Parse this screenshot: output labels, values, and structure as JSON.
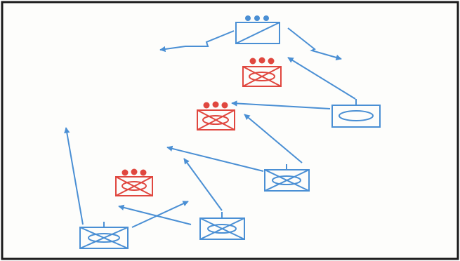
{
  "diagram": {
    "kind": "military-symbology-sketch",
    "colors": {
      "friendly": "#4a8fd4",
      "hostile": "#e0473f",
      "border": "#1a1a1a",
      "background": "#fdfdfb"
    },
    "symbols": [
      {
        "name": "hq-unit-symbol",
        "affiliation": "friendly",
        "echelon_dots": 3,
        "glyph": "diagonal-slash"
      },
      {
        "name": "enemy-armor-symbol-top",
        "affiliation": "hostile",
        "echelon_dots": 3,
        "glyph": "armored-infantry"
      },
      {
        "name": "enemy-armor-symbol-middle",
        "affiliation": "hostile",
        "echelon_dots": 3,
        "glyph": "armored-infantry"
      },
      {
        "name": "enemy-armor-symbol-left",
        "affiliation": "hostile",
        "echelon_dots": 3,
        "glyph": "armored-infantry"
      },
      {
        "name": "friendly-armor-symbol-right",
        "affiliation": "friendly",
        "echelon_dots": 0,
        "glyph": "armor-oval"
      },
      {
        "name": "friendly-mech-symbol-center",
        "affiliation": "friendly",
        "echelon_dots": 0,
        "glyph": "armored-infantry"
      },
      {
        "name": "friendly-mech-symbol-bottom",
        "affiliation": "friendly",
        "echelon_dots": 0,
        "glyph": "armored-infantry"
      },
      {
        "name": "friendly-mech-symbol-bottom-left",
        "affiliation": "friendly",
        "echelon_dots": 0,
        "glyph": "armored-infantry"
      }
    ],
    "arrows": [
      {
        "name": "hq-comms-link-left",
        "style": "lightning"
      },
      {
        "name": "hq-comms-link-right",
        "style": "lightning"
      },
      {
        "name": "attack-arrow-right-to-top-enemy",
        "style": "straight"
      },
      {
        "name": "attack-arrow-right-to-middle-enemy",
        "style": "straight"
      },
      {
        "name": "attack-arrow-center-to-middle-enemy",
        "style": "straight"
      },
      {
        "name": "attack-arrow-center-left",
        "style": "straight"
      },
      {
        "name": "attack-arrow-bottom-up",
        "style": "straight"
      },
      {
        "name": "attack-arrow-bottom-to-left-enemy",
        "style": "straight"
      },
      {
        "name": "attack-arrow-bottom-left-up",
        "style": "straight"
      },
      {
        "name": "attack-arrow-bottom-left-right",
        "style": "straight"
      }
    ]
  }
}
